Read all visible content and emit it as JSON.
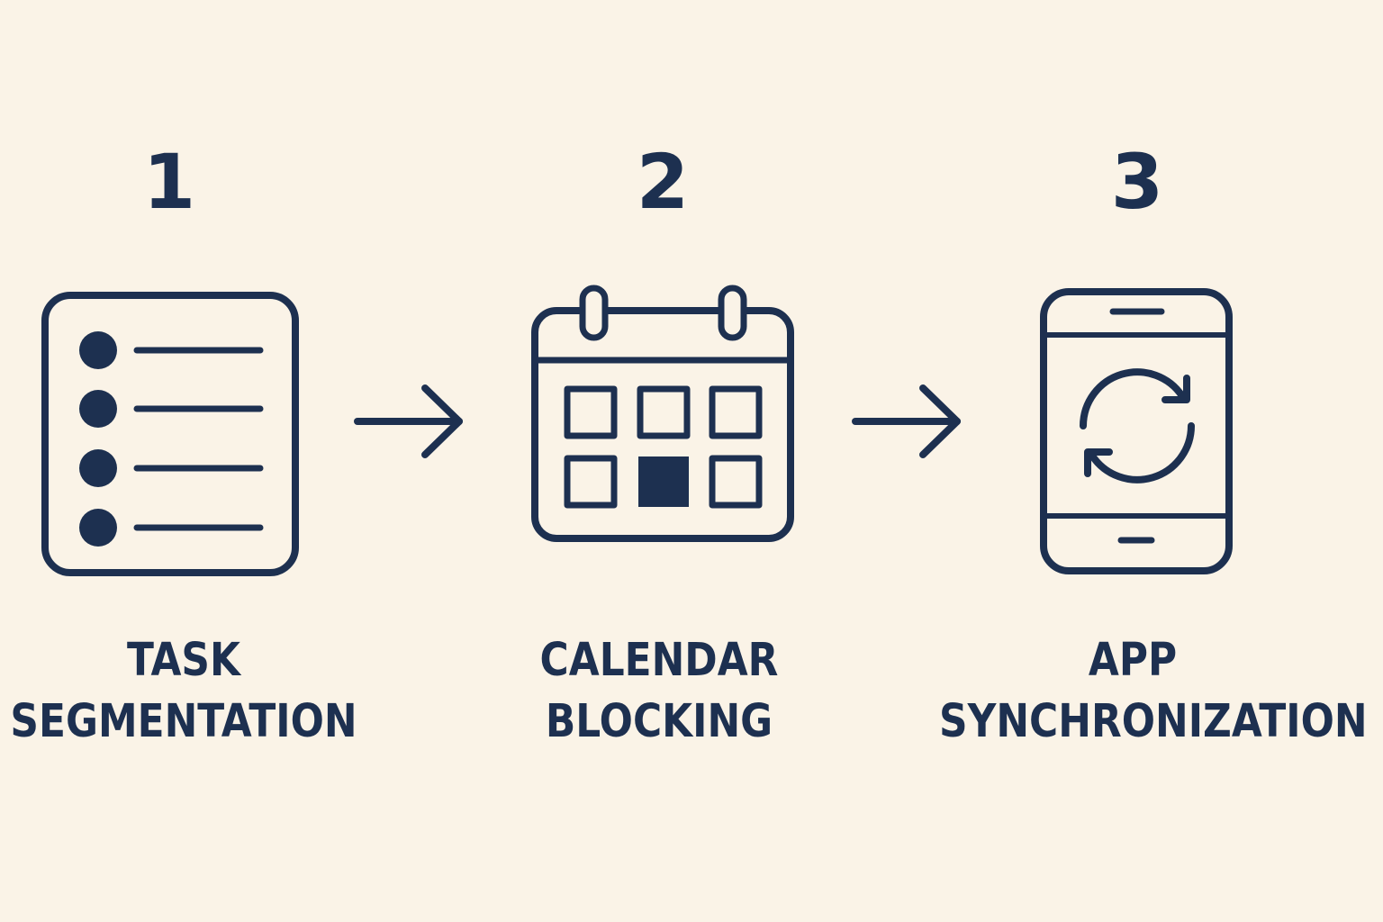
{
  "colors": {
    "background": "#FAF3E7",
    "ink": "#1D3050"
  },
  "steps": [
    {
      "number": "1",
      "label_line1": "TASK",
      "label_line2": "SEGMENTATION",
      "icon": "checklist-icon"
    },
    {
      "number": "2",
      "label_line1": "CALENDAR",
      "label_line2": "BLOCKING",
      "icon": "calendar-icon"
    },
    {
      "number": "3",
      "label_line1": "APP",
      "label_line2": "SYNCHRONIZATION",
      "icon": "phone-sync-icon"
    }
  ],
  "connectors": [
    {
      "from": "1",
      "to": "2",
      "icon": "arrow-right-icon"
    },
    {
      "from": "2",
      "to": "3",
      "icon": "arrow-right-icon"
    }
  ]
}
